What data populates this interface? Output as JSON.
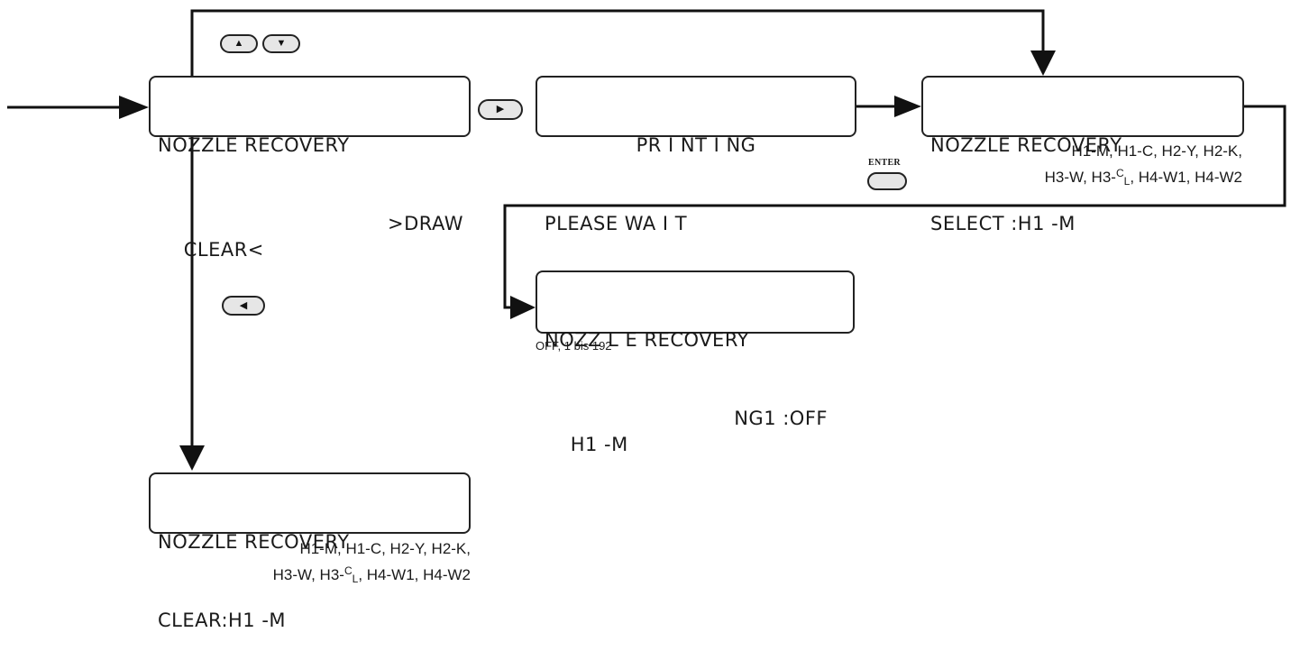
{
  "screens": {
    "menu": {
      "line1": "NOZZLE RECOVERY",
      "line2_left": "CLEAR<",
      "line2_right": ">DRAW"
    },
    "printing": {
      "line1": "PR I NT I NG",
      "line2": "PLEASE WA I T"
    },
    "select": {
      "line1": "NOZZLE RECOVERY",
      "line2": "SELECT :H1 -M"
    },
    "setting": {
      "line1": "NOZZ L E RECOVERY",
      "line2_left": "H1 -M",
      "line2_right": "NG1 :OFF"
    },
    "clear": {
      "line1": "NOZZLE RECOVERY",
      "line2": "CLEAR:H1 -M"
    }
  },
  "keys": {
    "up": {
      "icon": "up-triangle-icon",
      "glyph": "▲"
    },
    "down": {
      "icon": "down-triangle-icon",
      "glyph": "▼"
    },
    "right": {
      "icon": "right-triangle-icon",
      "glyph": "▶"
    },
    "left": {
      "icon": "left-triangle-icon",
      "glyph": "◀"
    },
    "enter": {
      "label": "ENTER"
    }
  },
  "options": {
    "select": {
      "line1": "H1-M, H1-C, H2-Y, H2-K,",
      "line2_pre": "H3-W, H3-",
      "line2_sup": "C",
      "line2_sub": "L",
      "line2_post": ", H4-W1, H4-W2"
    },
    "clear": {
      "line1": "H1-M, H1-C, H2-Y, H2-K,",
      "line2_pre": "H3-W, H3-",
      "line2_sup": "C",
      "line2_sub": "L",
      "line2_post": ", H4-W1, H4-W2"
    },
    "setting_range": "OFF, 1 bis 192"
  }
}
